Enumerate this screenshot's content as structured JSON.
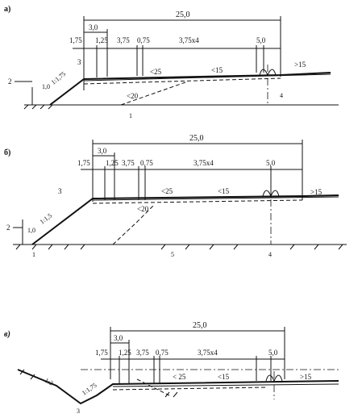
{
  "panels": [
    {
      "id": "a",
      "label": "а)",
      "dims": {
        "total": "25,0",
        "sub": "3,0",
        "d175": "1,75",
        "d125": "1,25",
        "d375": "3,75",
        "d075": "0,75",
        "lanes": "3,75x4",
        "d50": "5,0"
      },
      "slope": "1:1,75",
      "height": "1,0",
      "grades": {
        "g25": "<25",
        "g15": "<15",
        "g20": "<20",
        "gt15": ">15"
      },
      "callouts": {
        "c1": "1",
        "c2": "2",
        "c3": "3",
        "c4": "4"
      }
    },
    {
      "id": "b",
      "label": "б)",
      "dims": {
        "total": "25,0",
        "sub": "3,0",
        "d175": "1,75",
        "d125": "1,25",
        "d375": "3,75",
        "d075": "0,75",
        "lanes": "3,75x4",
        "d50": "5,0"
      },
      "slope": "1:1,5",
      "height": "1,0",
      "grades": {
        "g25": "<25",
        "g15": "<15",
        "g20": "<20",
        "gt15": ">15"
      },
      "callouts": {
        "c1": "1",
        "c2": "2",
        "c3": "3",
        "c4": "4",
        "c5": "5"
      }
    },
    {
      "id": "v",
      "label": "в)",
      "dims": {
        "total": "25,0",
        "sub": "3,0",
        "d175": "1,75",
        "d125": "1,25",
        "d375": "3,75",
        "d075": "0,75",
        "lanes": "3,75x4",
        "d50": "5,0"
      },
      "slope_outer": "1:2",
      "slope": "1:1,75",
      "grades": {
        "g25": "< 25",
        "g15": "<15",
        "gt15": ">15"
      },
      "callouts": {
        "c3": "3"
      }
    }
  ]
}
